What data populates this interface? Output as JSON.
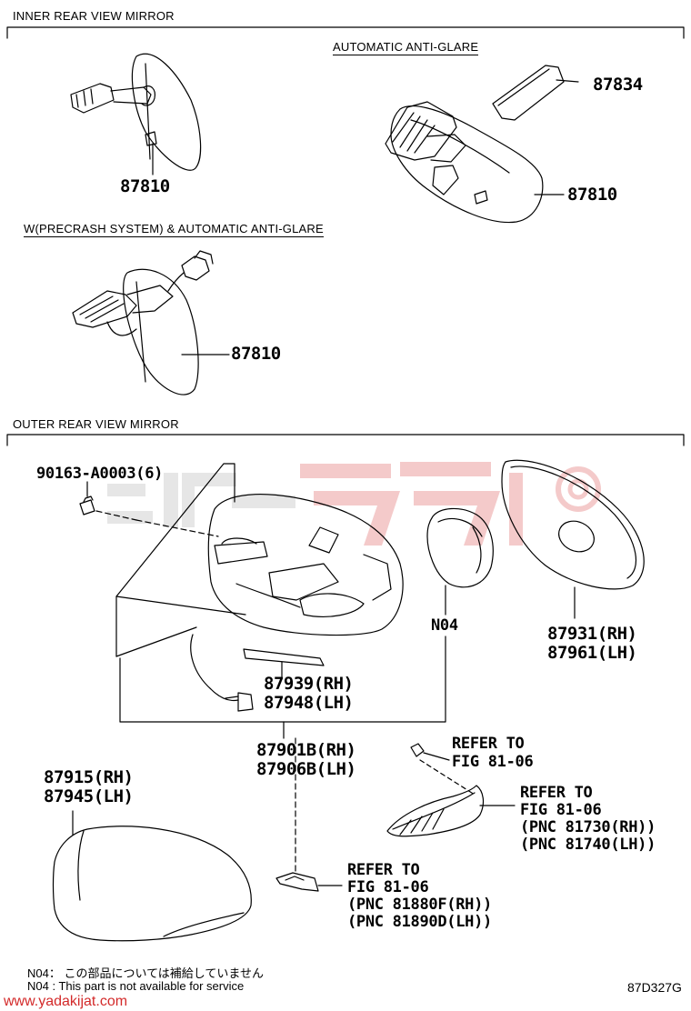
{
  "sections": {
    "inner": "INNER REAR VIEW MIRROR",
    "auto_glare": "AUTOMATIC ANTI-GLARE",
    "precrash": "W(PRECRASH SYSTEM) & AUTOMATIC ANTI-GLARE",
    "outer": "OUTER REAR VIEW MIRROR"
  },
  "parts": {
    "p87810_a": "87810",
    "p87834": "87834",
    "p87810_b": "87810",
    "p87810_c": "87810",
    "p90163": "90163-A0003(6)",
    "n04": "N04",
    "p87931": "87931(RH)",
    "p87961": "87961(LH)",
    "p87939": "87939(RH)",
    "p87948": "87948(LH)",
    "p87901b": "87901B(RH)",
    "p87906b": "87906B(LH)",
    "p87915": "87915(RH)",
    "p87945": "87945(LH)"
  },
  "refs": {
    "ref1_l1": "REFER TO",
    "ref1_l2": "FIG 81-06",
    "ref2_l1": "REFER TO",
    "ref2_l2": "FIG 81-06",
    "ref2_l3": "(PNC 81730(RH))",
    "ref2_l4": "(PNC 81740(LH))",
    "ref3_l1": "REFER TO",
    "ref3_l2": "FIG 81-06",
    "ref3_l3": "(PNC 81880F(RH))",
    "ref3_l4": "(PNC 81890D(LH))"
  },
  "notes": {
    "jp": "N04： この部品については補給していません",
    "en": "N04 :  This part is not available for service"
  },
  "footer": {
    "code": "87D327G",
    "watermark_url": "www.yadakijat.com"
  },
  "colors": {
    "line": "#000000",
    "watermark_gray": "#e4e4e4",
    "watermark_red": "#f3c9c9",
    "url": "#d32a2a"
  }
}
